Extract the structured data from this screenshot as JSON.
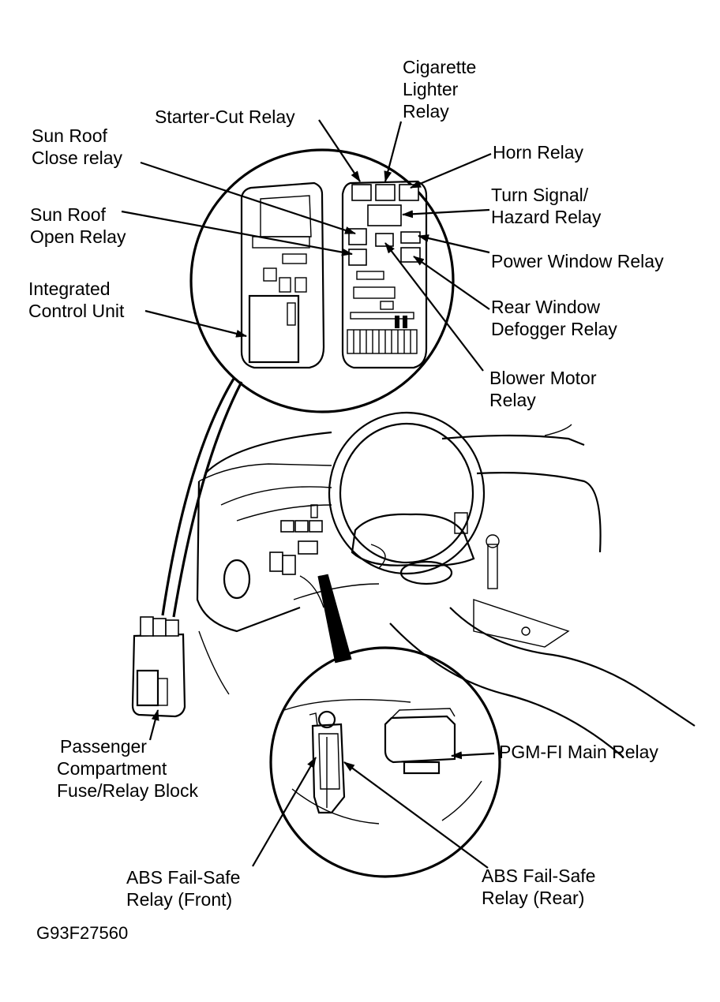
{
  "labels": {
    "cigarette_lighter_relay": [
      "Cigarette",
      "Lighter",
      "Relay"
    ],
    "starter_cut_relay": [
      "Starter-Cut Relay"
    ],
    "horn_relay": [
      "Horn Relay"
    ],
    "sun_roof_close_relay": [
      "Sun Roof",
      "Close relay"
    ],
    "turn_signal_hazard_relay": [
      "Turn Signal/",
      "Hazard Relay"
    ],
    "sun_roof_open_relay": [
      "Sun Roof",
      "Open Relay"
    ],
    "power_window_relay": [
      "Power Window Relay"
    ],
    "integrated_control_unit": [
      "Integrated",
      "Control Unit"
    ],
    "rear_window_defogger_relay": [
      "Rear Window",
      "Defogger Relay"
    ],
    "blower_motor_relay": [
      "Blower Motor",
      "Relay"
    ],
    "passenger_fuse_relay_block": [
      "Passenger",
      "Compartment",
      "Fuse/Relay Block"
    ],
    "pgm_fi_main_relay": [
      "PGM-FI Main Relay"
    ],
    "abs_fail_safe_front": [
      "ABS Fail-Safe",
      "Relay (Front)"
    ],
    "abs_fail_safe_rear": [
      "ABS Fail-Safe",
      "Relay (Rear)"
    ]
  },
  "figure_code": "G93F27560"
}
